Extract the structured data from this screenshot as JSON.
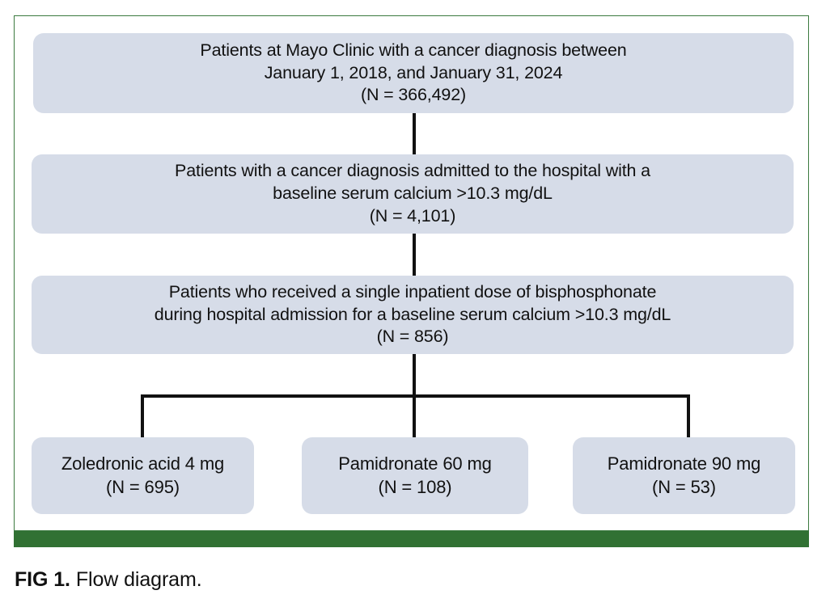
{
  "figure": {
    "caption_label": "FIG 1.",
    "caption_text": "Flow diagram.",
    "frame_border_color": "#3b7a3f",
    "accent_bar_color": "#317133",
    "box_fill_color": "#d6dce8",
    "connector_color": "#111111",
    "text_color": "#111111"
  },
  "flow": {
    "type": "flowchart",
    "orientation": "top-to-bottom",
    "stages": [
      {
        "id": "stage-1",
        "lines": [
          "Patients at Mayo Clinic with a cancer diagnosis between",
          "January 1, 2018, and January 31, 2024",
          "(N = 366,492)"
        ],
        "n_label": "(N = 366,492)",
        "n_value": 366492
      },
      {
        "id": "stage-2",
        "lines": [
          "Patients with a cancer diagnosis admitted to the hospital with a",
          "baseline serum calcium >10.3 mg/dL",
          "(N = 4,101)"
        ],
        "n_label": "(N = 4,101)",
        "n_value": 4101
      },
      {
        "id": "stage-3",
        "lines": [
          "Patients who received a single inpatient dose of bisphosphonate",
          "during hospital admission for a baseline serum calcium >10.3 mg/dL",
          "(N = 856)"
        ],
        "n_label": "(N = 856)",
        "n_value": 856
      }
    ],
    "arms": [
      {
        "id": "arm-1",
        "lines": [
          "Zoledronic acid 4 mg",
          "(N = 695)"
        ],
        "drug": "Zoledronic acid",
        "dose": "4 mg",
        "n_label": "(N = 695)",
        "n_value": 695
      },
      {
        "id": "arm-2",
        "lines": [
          "Pamidronate 60 mg",
          "(N = 108)"
        ],
        "drug": "Pamidronate",
        "dose": "60 mg",
        "n_label": "(N = 108)",
        "n_value": 108
      },
      {
        "id": "arm-3",
        "lines": [
          "Pamidronate 90 mg",
          "(N = 53)"
        ],
        "drug": "Pamidronate",
        "dose": "90 mg",
        "n_label": "(N = 53)",
        "n_value": 53
      }
    ]
  }
}
